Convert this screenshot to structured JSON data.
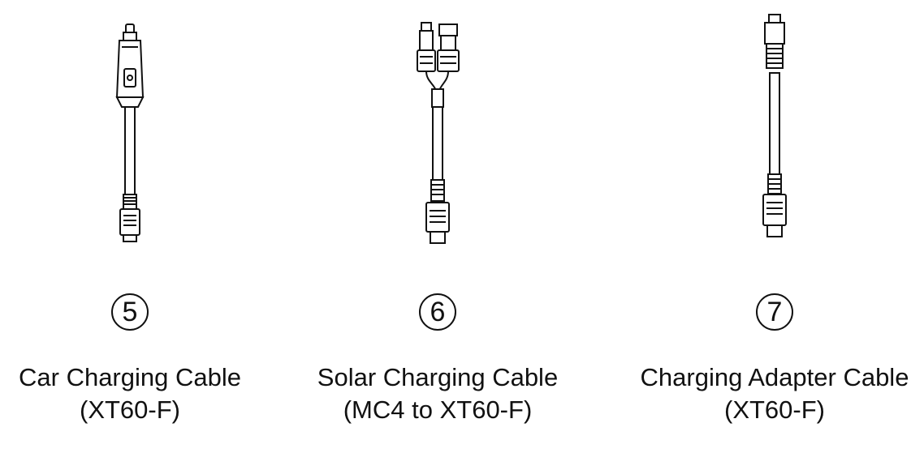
{
  "items": [
    {
      "number": "5",
      "title": "Car Charging Cable",
      "subtitle": "(XT60-F)",
      "icon": "car-charger-cable-icon"
    },
    {
      "number": "6",
      "title": "Solar Charging Cable",
      "subtitle": "(MC4 to XT60-F)",
      "icon": "solar-mc4-cable-icon"
    },
    {
      "number": "7",
      "title": "Charging Adapter Cable",
      "subtitle": "(XT60-F)",
      "icon": "dc-adapter-cable-icon"
    }
  ]
}
